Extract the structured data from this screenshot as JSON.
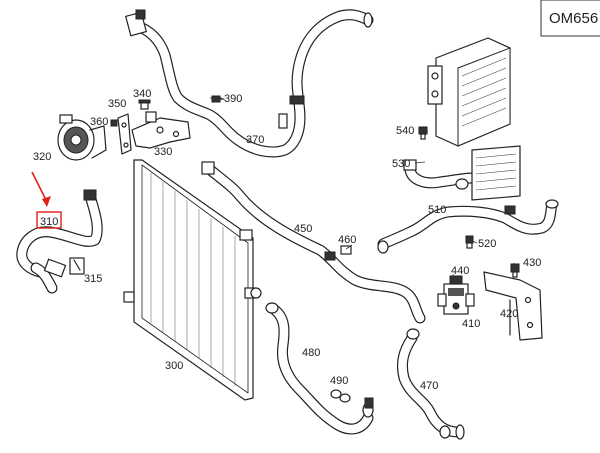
{
  "engine_code": "OM656",
  "highlight_color": "#e0201b",
  "highlighted_part": "310",
  "parts": [
    {
      "id": "300"
    },
    {
      "id": "310"
    },
    {
      "id": "315"
    },
    {
      "id": "320"
    },
    {
      "id": "330"
    },
    {
      "id": "340"
    },
    {
      "id": "350"
    },
    {
      "id": "360"
    },
    {
      "id": "370"
    },
    {
      "id": "390"
    },
    {
      "id": "410"
    },
    {
      "id": "420"
    },
    {
      "id": "430"
    },
    {
      "id": "440"
    },
    {
      "id": "450"
    },
    {
      "id": "460"
    },
    {
      "id": "470"
    },
    {
      "id": "480"
    },
    {
      "id": "490"
    },
    {
      "id": "510"
    },
    {
      "id": "520"
    },
    {
      "id": "530"
    },
    {
      "id": "540"
    }
  ]
}
